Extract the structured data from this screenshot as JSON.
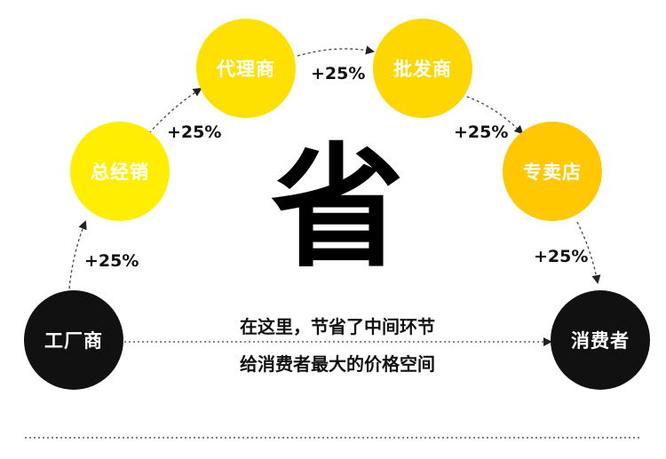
{
  "nodes": {
    "factory": {
      "label": "工厂商",
      "color": "#111111"
    },
    "general_distributor": {
      "label": "总经销",
      "color": "#ffee00"
    },
    "agent": {
      "label": "代理商",
      "color": "#ffe100"
    },
    "wholesaler": {
      "label": "批发商",
      "color": "#ffd700"
    },
    "store": {
      "label": "专卖店",
      "color": "#ffc800"
    },
    "consumer": {
      "label": "消费者",
      "color": "#111111"
    }
  },
  "markups": [
    "+25%",
    "+25%",
    "+25%",
    "+25%",
    "+25%"
  ],
  "center_char": "省",
  "caption": {
    "line1": "在这里，节省了中间环节",
    "line2": "给消费者最大的价格空间"
  }
}
